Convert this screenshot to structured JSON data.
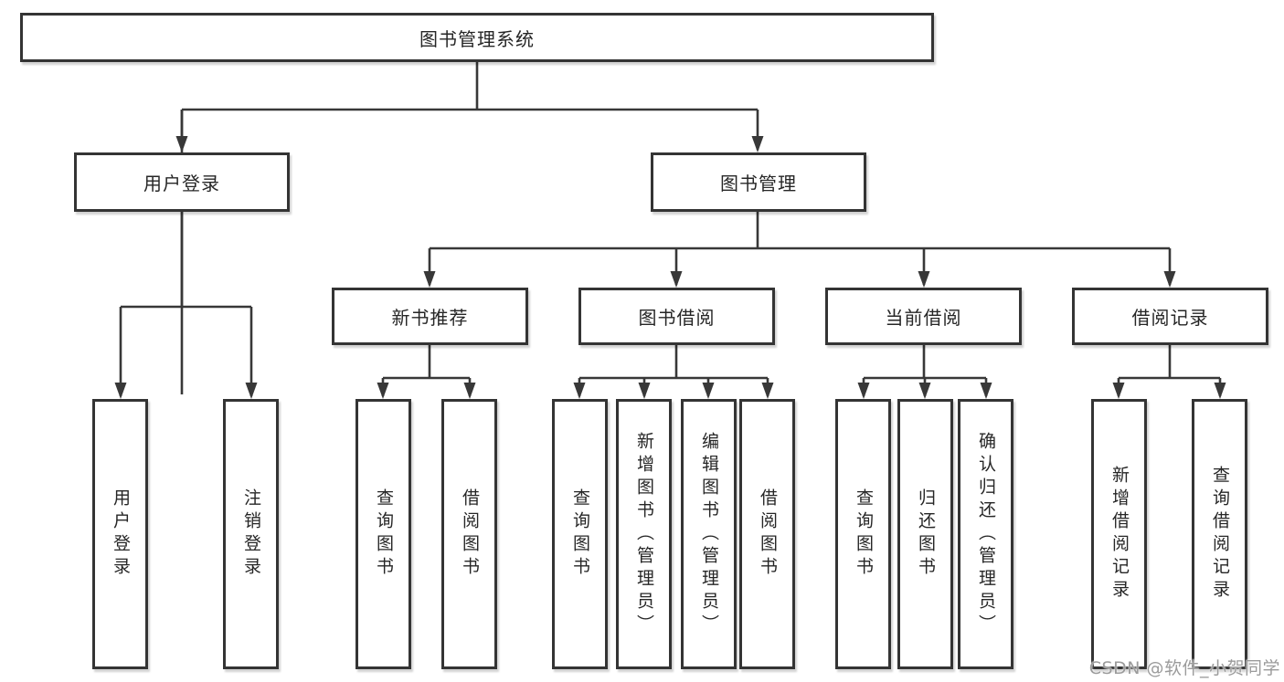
{
  "diagram": {
    "root": {
      "label": "图书管理系统"
    },
    "branches": [
      {
        "label": "用户登录",
        "leaves": [
          "用户登录",
          "注销登录"
        ]
      },
      {
        "label": "图书管理",
        "groups": [
          {
            "label": "新书推荐",
            "leaves": [
              "查询图书",
              "借阅图书"
            ]
          },
          {
            "label": "图书借阅",
            "leaves": [
              "查询图书",
              "新增图书（管理员）",
              "编辑图书（管理员）",
              "借阅图书"
            ]
          },
          {
            "label": "当前借阅",
            "leaves": [
              "查询图书",
              "归还图书",
              "确认归还（管理员）"
            ]
          },
          {
            "label": "借阅记录",
            "leaves": [
              "新增借阅记录",
              "查询借阅记录"
            ]
          }
        ]
      }
    ],
    "watermark": "CSDN @软件_小贺同学",
    "colors": {
      "line": "#383838",
      "border": "#343434",
      "text": "#262626",
      "watermark": "#9b9b9b",
      "background": "#ffffff"
    }
  }
}
